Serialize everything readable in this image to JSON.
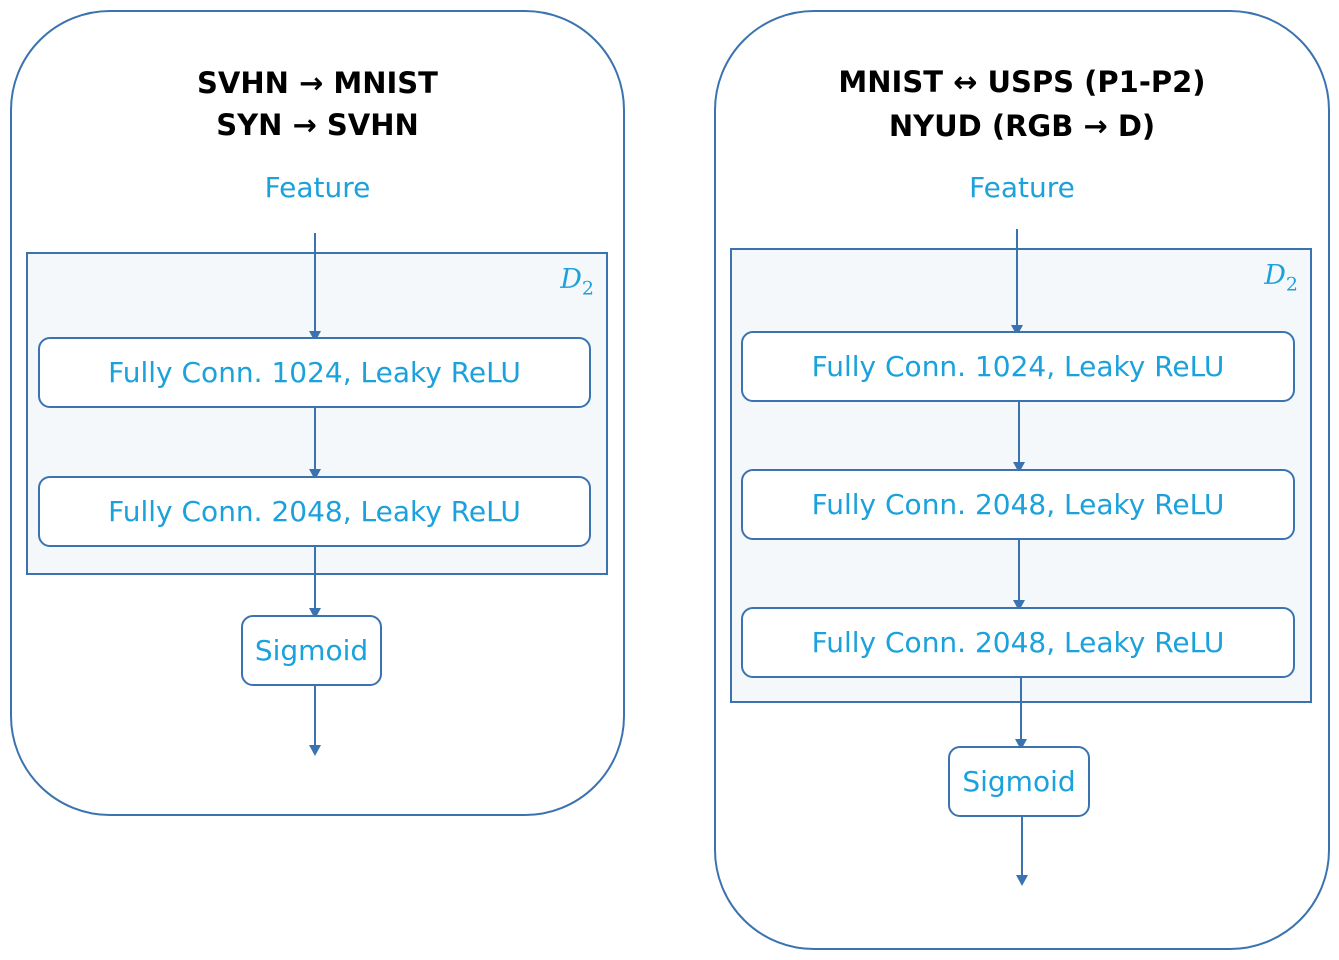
{
  "colors": {
    "border": "#3a73b0",
    "label_text": "#1ba1db",
    "title_text": "#000000",
    "d_box_fill": "#f4f8fb"
  },
  "left_panel": {
    "title_line1": "SVHN → MNIST",
    "title_line2": "SYN → SVHN",
    "feature": "Feature",
    "d_label": "D",
    "d_sub": "2",
    "layers": [
      "Fully Conn. 1024, Leaky ReLU",
      "Fully Conn. 2048, Leaky ReLU"
    ],
    "output": "Sigmoid"
  },
  "right_panel": {
    "title_line1": "MNIST ↔ USPS (P1-P2)",
    "title_line2": "NYUD (RGB → D)",
    "feature": "Feature",
    "d_label": "D",
    "d_sub": "2",
    "layers": [
      "Fully Conn. 1024, Leaky ReLU",
      "Fully Conn. 2048, Leaky ReLU",
      "Fully Conn. 2048, Leaky ReLU"
    ],
    "output": "Sigmoid"
  }
}
